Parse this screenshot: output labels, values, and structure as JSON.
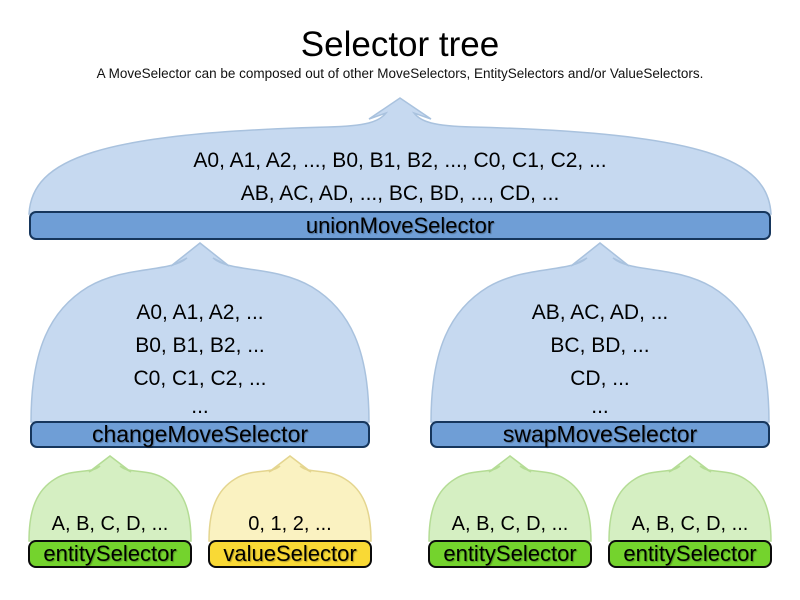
{
  "title": "Selector tree",
  "subtitle": "A MoveSelector can be composed out of other MoveSelectors, EntitySelectors and/or ValueSelectors.",
  "nodes": {
    "union": {
      "label": "unionMoveSelector",
      "lines": [
        "A0, A1, A2, ..., B0, B1, B2, ..., C0, C1, C2, ...",
        "AB, AC, AD, ..., BC, BD, ..., CD, ..."
      ]
    },
    "change": {
      "label": "changeMoveSelector",
      "lines": [
        "A0, A1, A2, ...",
        "B0, B1, B2, ...",
        "C0, C1, C2, ...",
        "..."
      ]
    },
    "swap": {
      "label": "swapMoveSelector",
      "lines": [
        "AB, AC, AD, ...",
        "BC, BD, ...",
        "CD, ...",
        "..."
      ]
    },
    "leaves": [
      {
        "type": "entity",
        "label": "entitySelector",
        "line": "A, B, C, D, ...",
        "parent": "changeMoveSelector"
      },
      {
        "type": "value",
        "label": "valueSelector",
        "line": "0, 1, 2, ...",
        "parent": "changeMoveSelector"
      },
      {
        "type": "entity",
        "label": "entitySelector",
        "line": "A, B, C, D, ...",
        "parent": "swapMoveSelector"
      },
      {
        "type": "entity",
        "label": "entitySelector",
        "line": "A, B, C, D, ...",
        "parent": "swapMoveSelector"
      }
    ]
  },
  "colors": {
    "move_shape": "#c6d9f0",
    "move_shape_border": "#a9c2de",
    "move_bar": "#6f9ed6",
    "move_bar_border": "#16365c",
    "entity_shape": "#d5efc2",
    "entity_bar": "#74d32d",
    "value_shape": "#faf2c1",
    "value_bar": "#f9d935",
    "bar_border_dark": "#0b0b0b",
    "text": "#000000"
  }
}
